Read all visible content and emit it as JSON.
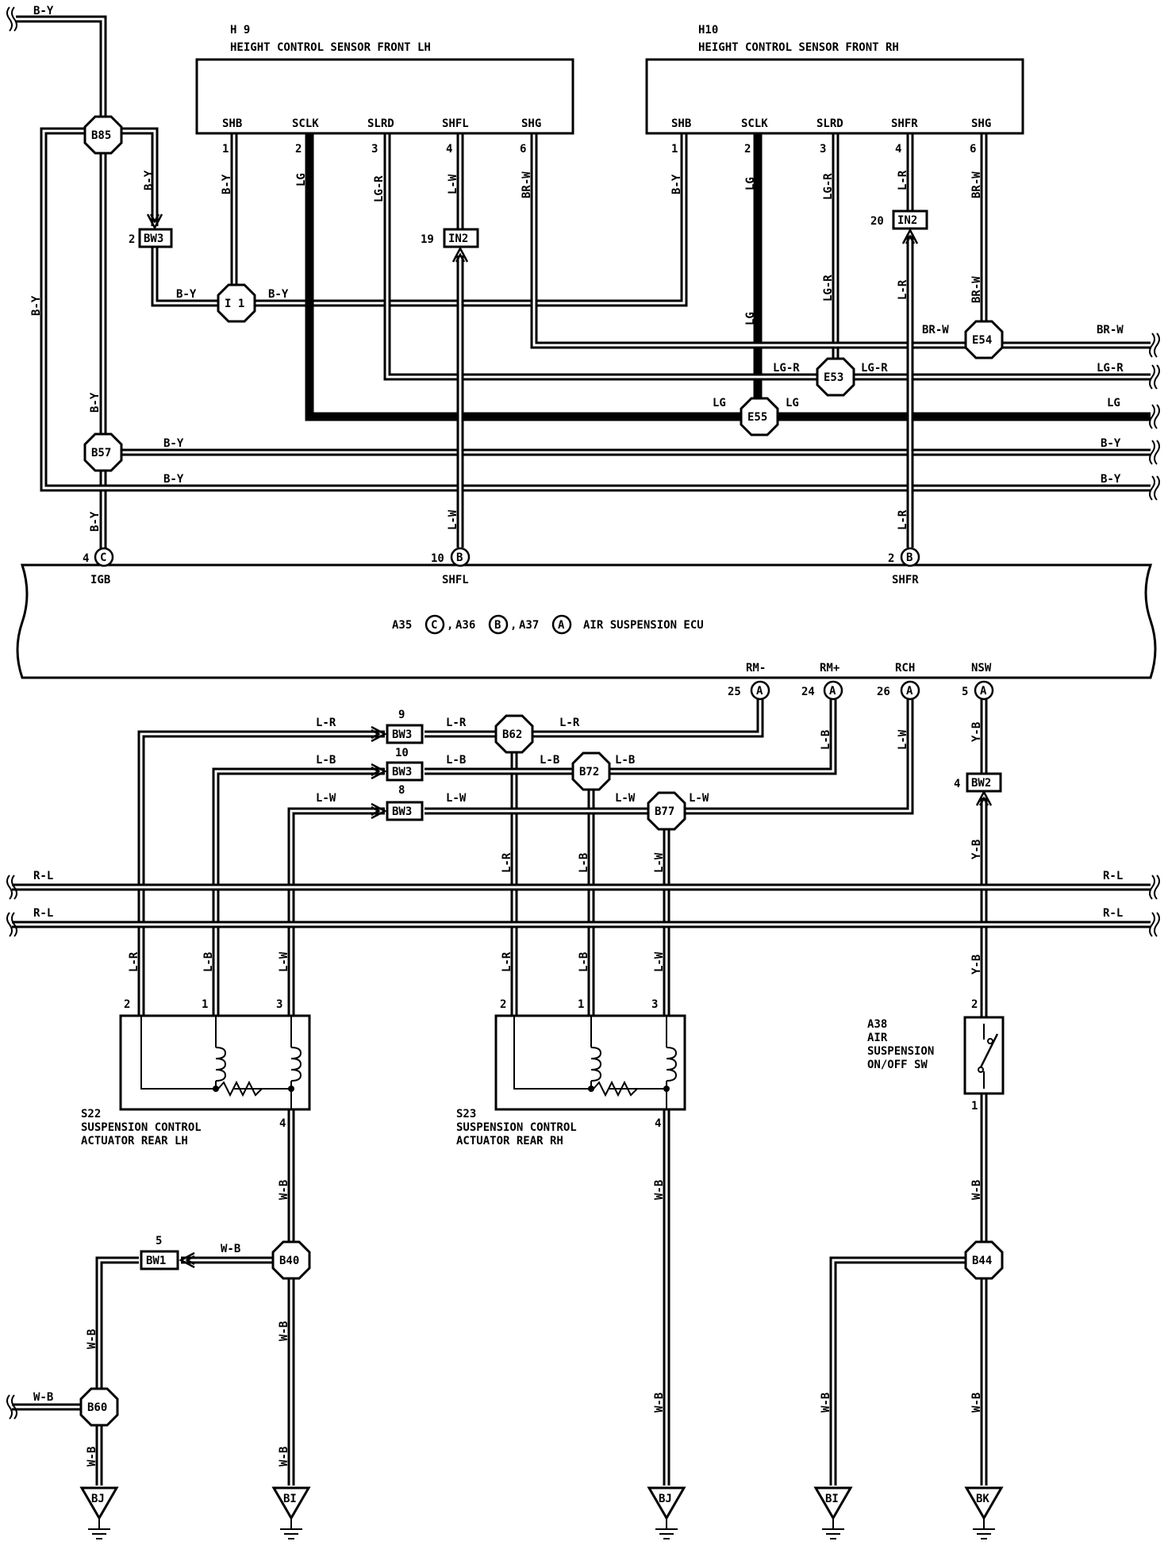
{
  "sensor_lh": {
    "code": "H 9",
    "title": "HEIGHT CONTROL SENSOR FRONT LH",
    "pins": [
      "SHB",
      "SCLK",
      "SLRD",
      "SHFL",
      "SHG"
    ],
    "pin_numbers": [
      "1",
      "2",
      "3",
      "4",
      "6"
    ],
    "wire_colors": [
      "B-Y",
      "LG",
      "LG-R",
      "L-W",
      "BR-W"
    ]
  },
  "sensor_rh": {
    "code": "H10",
    "title": "HEIGHT CONTROL SENSOR FRONT RH",
    "pins": [
      "SHB",
      "SCLK",
      "SLRD",
      "SHFR",
      "SHG"
    ],
    "pin_numbers": [
      "1",
      "2",
      "3",
      "4",
      "6"
    ],
    "wire_colors": [
      "B-Y",
      "LG",
      "LG-R",
      "L-R",
      "BR-W"
    ]
  },
  "ecu": {
    "title": "AIR SUSPENSION ECU",
    "ref_a35": "A35",
    "ref_a36": "A36",
    "ref_a37": "A37",
    "conn_c": "C",
    "conn_b": "B",
    "conn_a": "A",
    "top_pins": [
      {
        "num": "4",
        "conn": "C",
        "name": "IGB"
      },
      {
        "num": "10",
        "conn": "B",
        "name": "SHFL"
      },
      {
        "num": "2",
        "conn": "B",
        "name": "SHFR"
      }
    ],
    "bottom_pins": [
      {
        "num": "25",
        "conn": "A",
        "name": "RM-"
      },
      {
        "num": "24",
        "conn": "A",
        "name": "RM+"
      },
      {
        "num": "26",
        "conn": "A",
        "name": "RCH"
      },
      {
        "num": "5",
        "conn": "A",
        "name": "NSW"
      }
    ]
  },
  "splices": {
    "b85": "B85",
    "i1": "I 1",
    "b57": "B57",
    "e54": "E54",
    "e53": "E53",
    "e55": "E55",
    "b62": "B62",
    "b72": "B72",
    "b77": "B77",
    "b40": "B40",
    "b60": "B60",
    "b44": "B44"
  },
  "junctions": {
    "bw3": "BW3",
    "in2": "IN2",
    "bw2": "BW2",
    "bw1": "BW1",
    "bw3_pin_top": "2",
    "in2_pin_lh": "19",
    "in2_pin_rh": "20",
    "bw3_pin_9": "9",
    "bw3_pin_10": "10",
    "bw3_pin_8": "8",
    "bw2_pin": "4",
    "bw1_pin": "5"
  },
  "actuator_lh": {
    "code": "S22",
    "line1": "SUSPENSION CONTROL",
    "line2": "ACTUATOR REAR LH",
    "pins": [
      "2",
      "1",
      "3",
      "4"
    ]
  },
  "actuator_rh": {
    "code": "S23",
    "line1": "SUSPENSION CONTROL",
    "line2": "ACTUATOR REAR RH",
    "pins": [
      "2",
      "1",
      "3",
      "4"
    ]
  },
  "switch": {
    "code": "A38",
    "line1": "AIR",
    "line2": "SUSPENSION",
    "line3": "ON/OFF SW",
    "pins": [
      "2",
      "1"
    ]
  },
  "grounds": [
    "BJ",
    "BI",
    "BJ",
    "BI",
    "BK"
  ],
  "wire_labels": {
    "by": "B-Y",
    "lg": "LG",
    "lgr": "LG-R",
    "lw": "L-W",
    "lr": "L-R",
    "brw": "BR-W",
    "lb": "L-B",
    "yb": "Y-B",
    "rl": "R-L",
    "wb": "W-B"
  }
}
